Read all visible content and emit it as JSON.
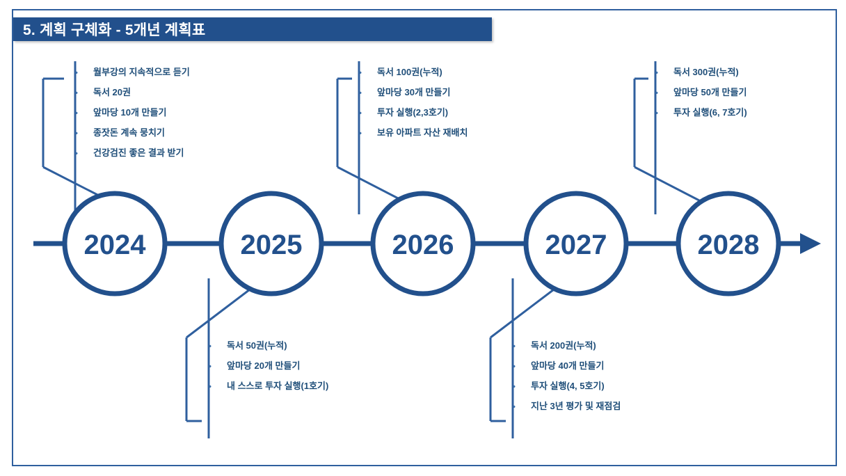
{
  "page": {
    "title": "5. 계획 구체화 - 5개년 계획표",
    "accent_color": "#22508C",
    "text_color": "#1F4E79",
    "frame_color": "#2f5f9e",
    "background": "#ffffff"
  },
  "timeline": {
    "arrow_icon": "arrow-right-icon",
    "milestones": [
      {
        "year": "2024",
        "position": "top",
        "items": [
          "월부강의 지속적으로 듣기",
          "독서 20권",
          "앞마당 10개 만들기",
          "종잣돈 계속 뭉치기",
          "건강검진 좋은 결과 받기"
        ]
      },
      {
        "year": "2025",
        "position": "bottom",
        "items": [
          "독서 50권(누적)",
          "앞마당 20개 만들기",
          "내 스스로 투자 실행(1호기)"
        ]
      },
      {
        "year": "2026",
        "position": "top",
        "items": [
          "독서 100권(누적)",
          "앞마당 30개 만들기",
          "투자 실행(2,3호기)",
          "보유 아파트 자산 재배치"
        ]
      },
      {
        "year": "2027",
        "position": "bottom",
        "items": [
          "독서 200권(누적)",
          "앞마당 40개 만들기",
          "투자 실행(4, 5호기)",
          "지난 3년 평가 및 재점검"
        ]
      },
      {
        "year": "2028",
        "position": "top",
        "items": [
          "독서 300권(누적)",
          "앞마당 50개 만들기",
          "투자 실행(6, 7호기)"
        ]
      }
    ]
  },
  "bullet_glyph": "•"
}
